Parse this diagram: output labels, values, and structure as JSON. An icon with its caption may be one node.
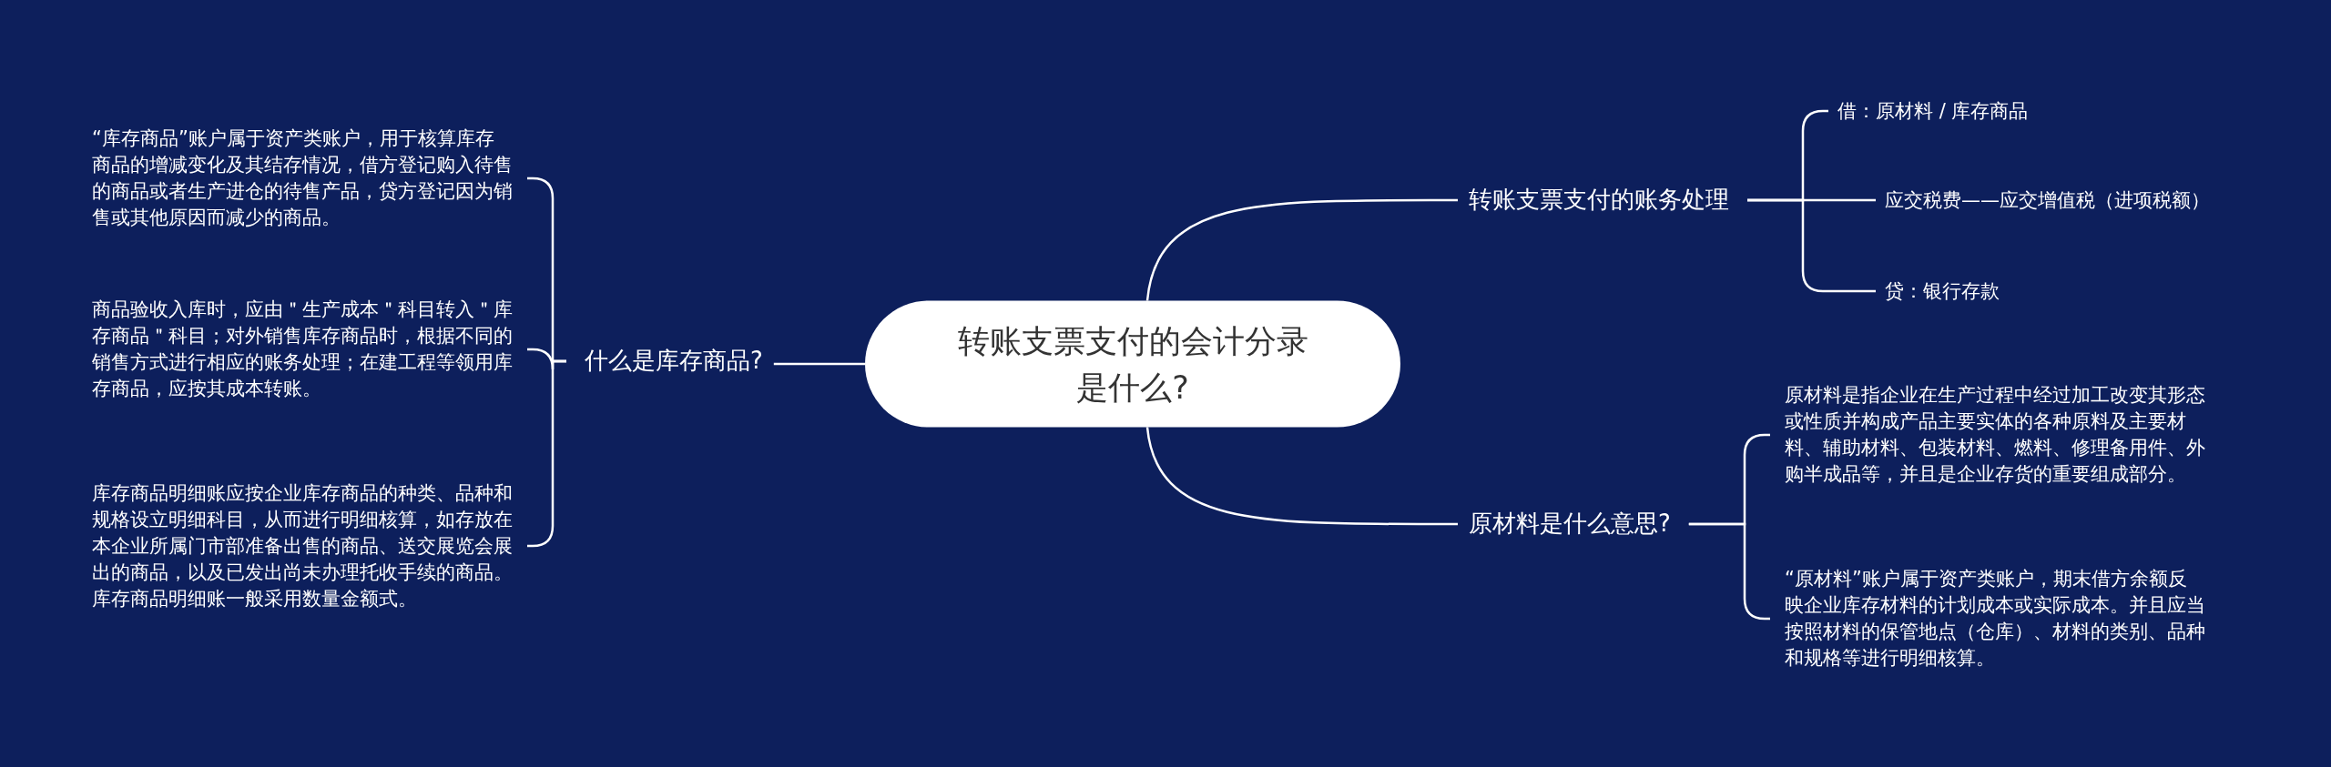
{
  "diagram": {
    "nodes": [
      {
        "text": [
          "转账支票支付的会计分录是什么?"
        ]
      },
      {
        "text": [
          "转账支票支付的账务处理"
        ]
      },
      {
        "text": [
          "借：原材料 / 库存商品"
        ]
      },
      {
        "text": [
          "应交税费——应交增值税（进项税额）"
        ]
      },
      {
        "text": [
          "贷：银行存款"
        ]
      },
      {
        "text": [
          "原材料是什么意思?"
        ]
      },
      {
        "text": [
          "原材料是指企业在生产过程中经过加工改变其形态或性质并构成产品主要实体的各种原料及主要材料、辅助材料、包装材料、燃料、修理备用件、外购半成品等，并且是企业存货的重要组成部分。"
        ]
      },
      {
        "text": [
          "“原材料”账户属于资产类账户，期末借方余额反映企业库存材料的计划成本或实际成本。并且应当按照材料的保管地点（仓库）、材料的类别、品种和规格等进行明细核算。"
        ]
      },
      {
        "text": [
          "什么是库存商品?"
        ]
      },
      {
        "text": [
          "“库存商品”账户属于资产类账户，用于核算库存商品的增减变化及其结存情况，借方登记购入待售的商品或者生产进仓的待售产品，贷方登记因为销售或其他原因而减少的商品。"
        ]
      },
      {
        "text": [
          "商品验收入库时，应由＂生产成本＂科目转入＂库存商品＂科目；对外销售库存商品时，根据不同的销售方式进行相应的账务处理；在建工程等领用库存商品，应按其成本转账。"
        ]
      },
      {
        "text": [
          "库存商品明细账应按企业库存商品的种类、品种和规格设立明细科目，从而进行明细核算，如存放在本企业所属门市部准备出售的商品、送交展览会展出的商品，以及已发出尚未办理托收手续的商品。库存商品明细账一般采用数量金额式。"
        ]
      }
    ],
    "edges": [
      {
        "from": 0,
        "to": 1,
        "arrow": "none"
      },
      {
        "from": 1,
        "to": 2,
        "arrow": "none"
      },
      {
        "from": 1,
        "to": 3,
        "arrow": "none"
      },
      {
        "from": 1,
        "to": 4,
        "arrow": "none"
      },
      {
        "from": 0,
        "to": 5,
        "arrow": "none"
      },
      {
        "from": 5,
        "to": 6,
        "arrow": "none"
      },
      {
        "from": 5,
        "to": 7,
        "arrow": "none"
      },
      {
        "from": 0,
        "to": 8,
        "arrow": "none"
      },
      {
        "from": 8,
        "to": 9,
        "arrow": "none"
      },
      {
        "from": 8,
        "to": 10,
        "arrow": "none"
      },
      {
        "from": 8,
        "to": 11,
        "arrow": "none"
      }
    ]
  }
}
